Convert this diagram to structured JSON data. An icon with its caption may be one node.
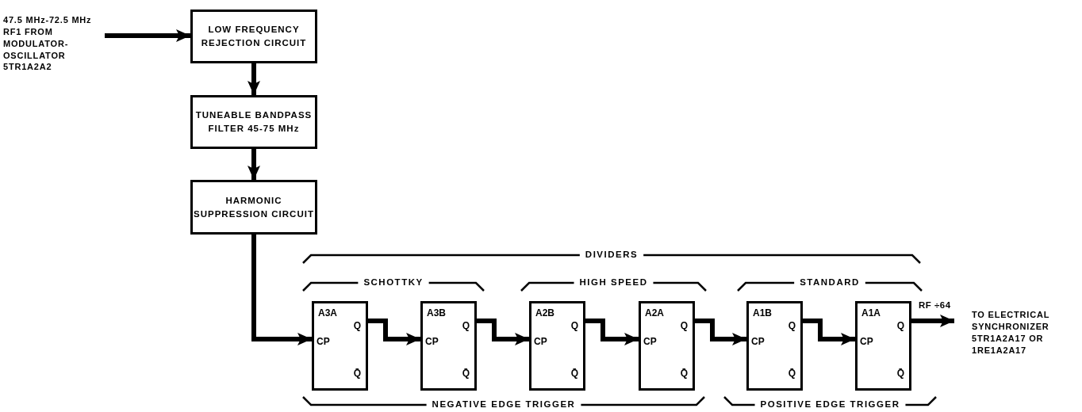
{
  "diagram": {
    "nodes": [
      {
        "text": [
          "47.5 MHz-72.5 MHz RF1 FROM MODULATOR- OSCILLATOR 5TR1A2A2"
        ]
      },
      {
        "text": [
          "LOW FREQUENCY REJECTION CIRCUIT"
        ]
      },
      {
        "text": [
          "TUNEABLE BANDPASS FILTER 45-75 MHz"
        ]
      },
      {
        "text": [
          "HARMONIC SUPPRESSION CIRCUIT"
        ]
      },
      {
        "text": [
          "A3A",
          "Q",
          "CP",
          "Q̄"
        ]
      },
      {
        "text": [
          "A3B",
          "Q",
          "CP",
          "Q̄"
        ]
      },
      {
        "text": [
          "A2B",
          "Q",
          "CP",
          "Q̄"
        ]
      },
      {
        "text": [
          "A2A",
          "Q",
          "CP",
          "Q̄"
        ]
      },
      {
        "text": [
          "A1B",
          "Q",
          "CP",
          "Q̄"
        ]
      },
      {
        "text": [
          "A1A",
          "Q",
          "CP",
          "Q̄"
        ]
      },
      {
        "text": [
          "TO ELECTRICAL SYNCHRONIZER 5TR1A2A17 OR 1RE1A2A17"
        ]
      }
    ],
    "edges": [
      {
        "from": 0,
        "to": 1,
        "arrow": "to"
      },
      {
        "from": 1,
        "to": 2,
        "arrow": "to"
      },
      {
        "from": 2,
        "to": 3,
        "arrow": "to"
      },
      {
        "from": 3,
        "to": 4,
        "arrow": "to"
      },
      {
        "from": 4,
        "to": 5,
        "arrow": "to"
      },
      {
        "from": 5,
        "to": 6,
        "arrow": "to"
      },
      {
        "from": 6,
        "to": 7,
        "arrow": "to"
      },
      {
        "from": 7,
        "to": 8,
        "arrow": "to"
      },
      {
        "from": 8,
        "to": 9,
        "arrow": "to"
      },
      {
        "from": 9,
        "to": 10,
        "arrow": "to",
        "label": "RF ÷64"
      }
    ],
    "labels": [
      "DIVIDERS",
      "SCHOTTKY",
      "HIGH SPEED",
      "STANDARD",
      "NEGATIVE EDGE TRIGGER",
      "POSITIVE EDGE TRIGGER"
    ]
  }
}
